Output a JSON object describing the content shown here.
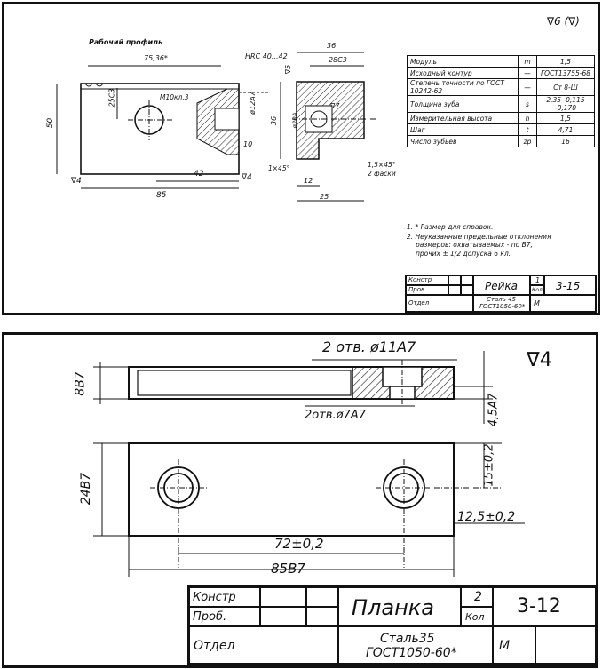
{
  "sheet1": {
    "roughness": "∇6 (∇)",
    "labels": {
      "working_profile": "Рабочий профиль",
      "hardness": "HRC 40...42",
      "thread": "M10кл.3",
      "chamfer_left": "1×45°",
      "chamfer_right": "1,5×45°",
      "chamfer_right_note": "2 фаски",
      "rough4_left": "∇4",
      "rough4_right": "∇4",
      "rough5": "∇5",
      "rough7": "∇7"
    },
    "dims": {
      "d75": "75,36*",
      "d25": "25С3",
      "d50": "50",
      "d12": "ø12A7",
      "d10": "10",
      "d42": "42",
      "d85": "85",
      "d36": "36",
      "d28": "28С3",
      "d36v": "36",
      "d20": "ø20A",
      "d12b": "12",
      "d25b": "25"
    },
    "spec_rows": [
      {
        "param": "Модуль",
        "sym": "m",
        "val": "1,5"
      },
      {
        "param": "Исходный контур",
        "sym": "—",
        "val": "ГОСТ13755-68"
      },
      {
        "param": "Степень точности по ГОСТ 10242-62",
        "sym": "—",
        "val": "Ст 8-Ш"
      },
      {
        "param": "Толщина зуба",
        "sym": "s",
        "val": "2,35 -0,115 -0,170"
      },
      {
        "param": "Измерительная высота",
        "sym": "h",
        "val": "1,5"
      },
      {
        "param": "Шаг",
        "sym": "t",
        "val": "4,71"
      },
      {
        "param": "Число зубьев",
        "sym": "zр",
        "val": "16"
      }
    ],
    "notes": [
      "1. * Размер для справок.",
      "2. Неуказанные предельные отклонения",
      "размеров: охватываемых - по B7,",
      "прочих ± 1/2 допуска 6 кл."
    ],
    "title_block": {
      "konstr": "Констр",
      "prov": "Пров.",
      "otdel": "Отдел",
      "name": "Рейка",
      "qty": "1",
      "qty_label": "Кол",
      "code": "3-15",
      "material": "Сталь 45",
      "material_std": "ГОСТ1050-60*",
      "scale": "М"
    }
  },
  "sheet2": {
    "roughness": "∇4",
    "labels": {
      "holes_top": "2 отв. ø11A7",
      "holes_bottom": "2отв.ø7A7"
    },
    "dims": {
      "d8": "8B7",
      "d45": "4,5A7",
      "d24": "24B7",
      "d15": "15±0,2",
      "d125": "12,5±0,2",
      "d72": "72±0,2",
      "d85": "85B7"
    },
    "title_block": {
      "konstr": "Констр",
      "prov": "Проб.",
      "otdel": "Отдел",
      "name": "Планка",
      "qty": "2",
      "qty_label": "Кол",
      "code": "3-12",
      "material": "Сталь35",
      "material_std": "ГОСТ1050-60*",
      "scale": "М"
    }
  }
}
